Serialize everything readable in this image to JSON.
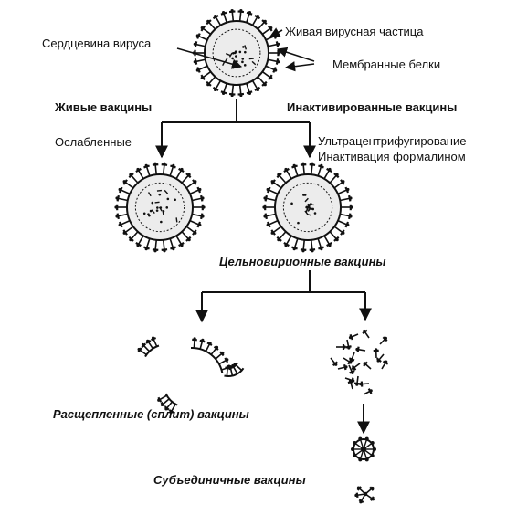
{
  "labels": {
    "live_particle": "Живая вирусная частица",
    "virus_core": "Сердцевина вируса",
    "membrane_proteins": "Мембранные белки",
    "live_vaccines": "Живые вакцины",
    "inactivated_vaccines": "Инактивированные вакцины",
    "attenuated": "Ослабленные",
    "ultracentrifugation": "Ультрацентрифугирование",
    "formalin_inactivation": "Инактивация формалином",
    "whole_virion": "Цельновирионные вакцины",
    "split_vaccines": "Расщепленные (сплит) вакцины",
    "subunit_vaccines": "Субъединичные вакцины"
  },
  "colors": {
    "ink": "#111111",
    "core_fill": "#ececec",
    "background": "#ffffff"
  },
  "icons": [
    "virus-particle",
    "membrane-fragment",
    "protein-cluster",
    "subunit-rosette",
    "subunit-monomer"
  ]
}
